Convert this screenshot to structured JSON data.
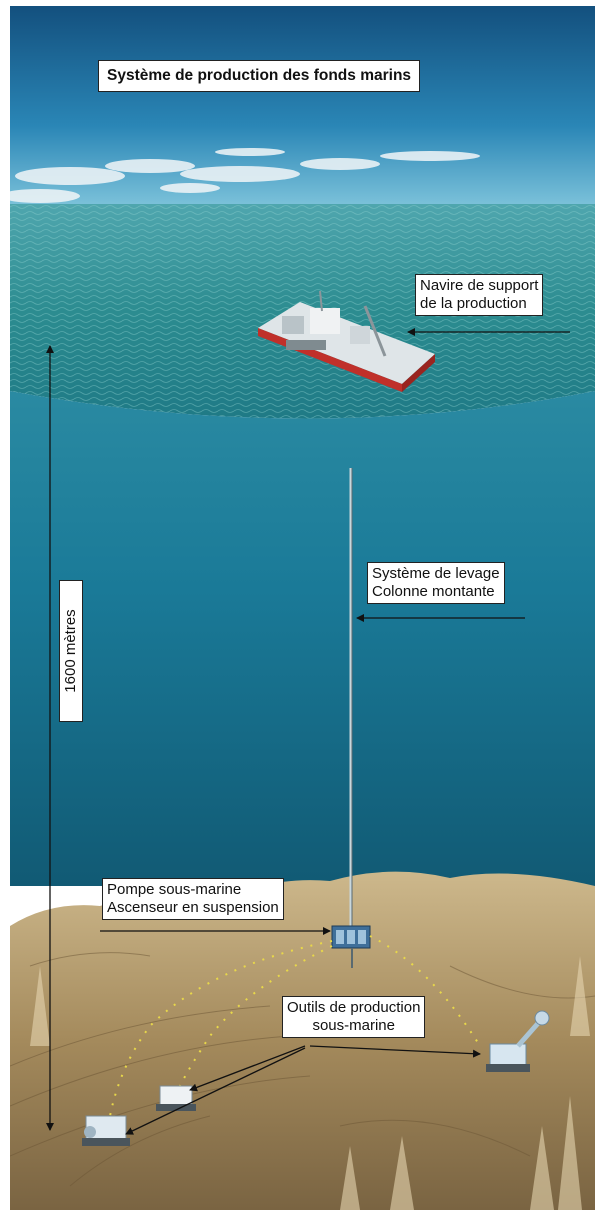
{
  "title": "Système de production des fonds marins",
  "labels": {
    "ship": [
      "Navire de support",
      "de la production"
    ],
    "riser": [
      "Système de levage",
      "Colonne montante"
    ],
    "pump": [
      "Pompe sous-marine",
      "Ascenseur en suspension"
    ],
    "tools": [
      "Outils de production",
      "sous-marine"
    ]
  },
  "depth": "1600 mètres",
  "colors": {
    "sky": "#1e6c9c",
    "sea_surface": "#2f8f94",
    "deep_water": "#186f8c",
    "seabed": "#b49a6c",
    "ship_hull": "#c0302a",
    "arrow": "#111111",
    "hose": "#e8d84a"
  }
}
